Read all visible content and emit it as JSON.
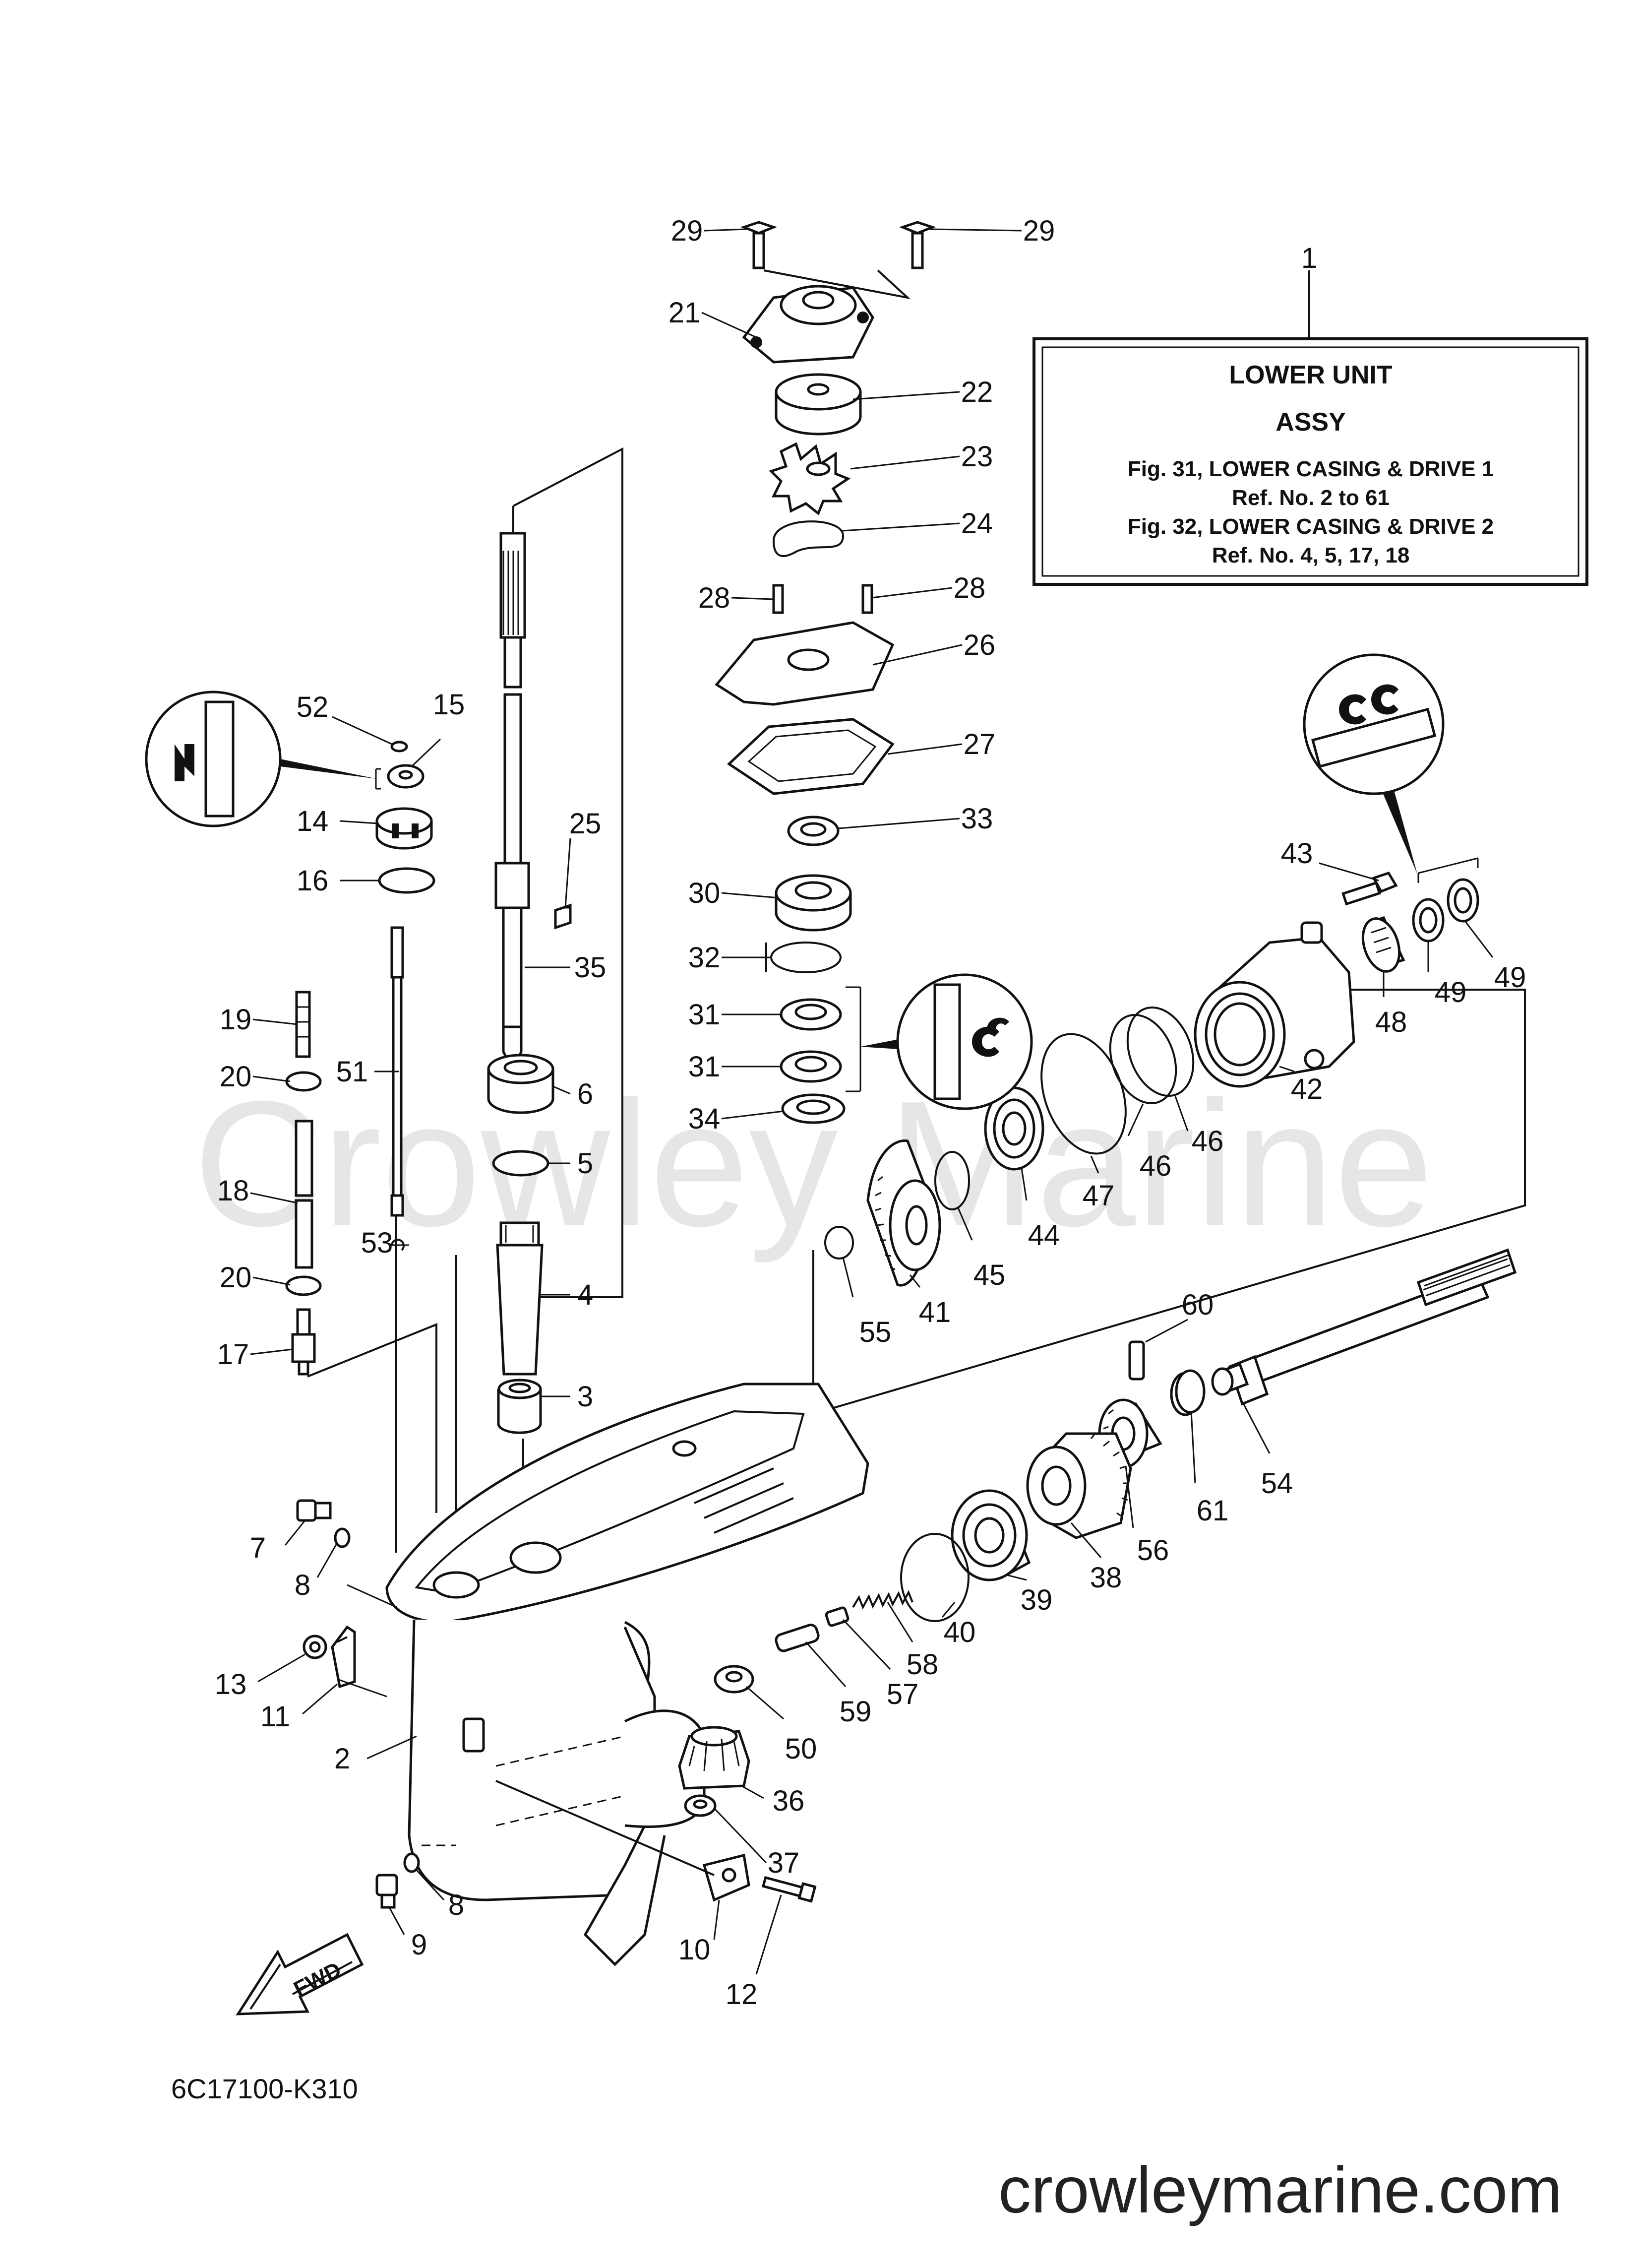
{
  "info_box": {
    "ref_no": "1",
    "title": "LOWER UNIT",
    "subtitle": "ASSY",
    "line1": "Fig. 31, LOWER CASING & DRIVE 1",
    "line2": "Ref. No. 2 to 61",
    "line3": "Fig. 32, LOWER CASING & DRIVE 2",
    "line4": "Ref. No. 4, 5, 17, 18"
  },
  "diagram_code": "6C17100-K310",
  "watermark": "Crowley Marine",
  "footer_site": "crowleymarine.com",
  "fwd_label": "FWD",
  "callouts": {
    "c29a": "29",
    "c29b": "29",
    "c21": "21",
    "c22": "22",
    "c23": "23",
    "c24": "24",
    "c28a": "28",
    "c28b": "28",
    "c26": "26",
    "c27": "27",
    "c33": "33",
    "c30": "30",
    "c32": "32",
    "c31a": "31",
    "c31b": "31",
    "c34": "34",
    "c52": "52",
    "c15": "15",
    "c14": "14",
    "c16": "16",
    "c25": "25",
    "c35": "35",
    "c19": "19",
    "c20a": "20",
    "c51": "51",
    "c18": "18",
    "c20b": "20",
    "c17": "17",
    "c53": "53",
    "c6": "6",
    "c5": "5",
    "c4": "4",
    "c3": "3",
    "c43": "43",
    "c49a": "49",
    "c49b": "49",
    "c48": "48",
    "c42": "42",
    "c46a": "46",
    "c46b": "46",
    "c47": "47",
    "c44": "44",
    "c45": "45",
    "c41": "41",
    "c55": "55",
    "c60": "60",
    "c54": "54",
    "c61": "61",
    "c56": "56",
    "c38": "38",
    "c39": "39",
    "c40": "40",
    "c58": "58",
    "c57": "57",
    "c59": "59",
    "c50": "50",
    "c36": "36",
    "c37": "37",
    "c7": "7",
    "c8a": "8",
    "c13": "13",
    "c11": "11",
    "c2": "2",
    "c8b": "8",
    "c9": "9",
    "c10": "10",
    "c12": "12"
  }
}
